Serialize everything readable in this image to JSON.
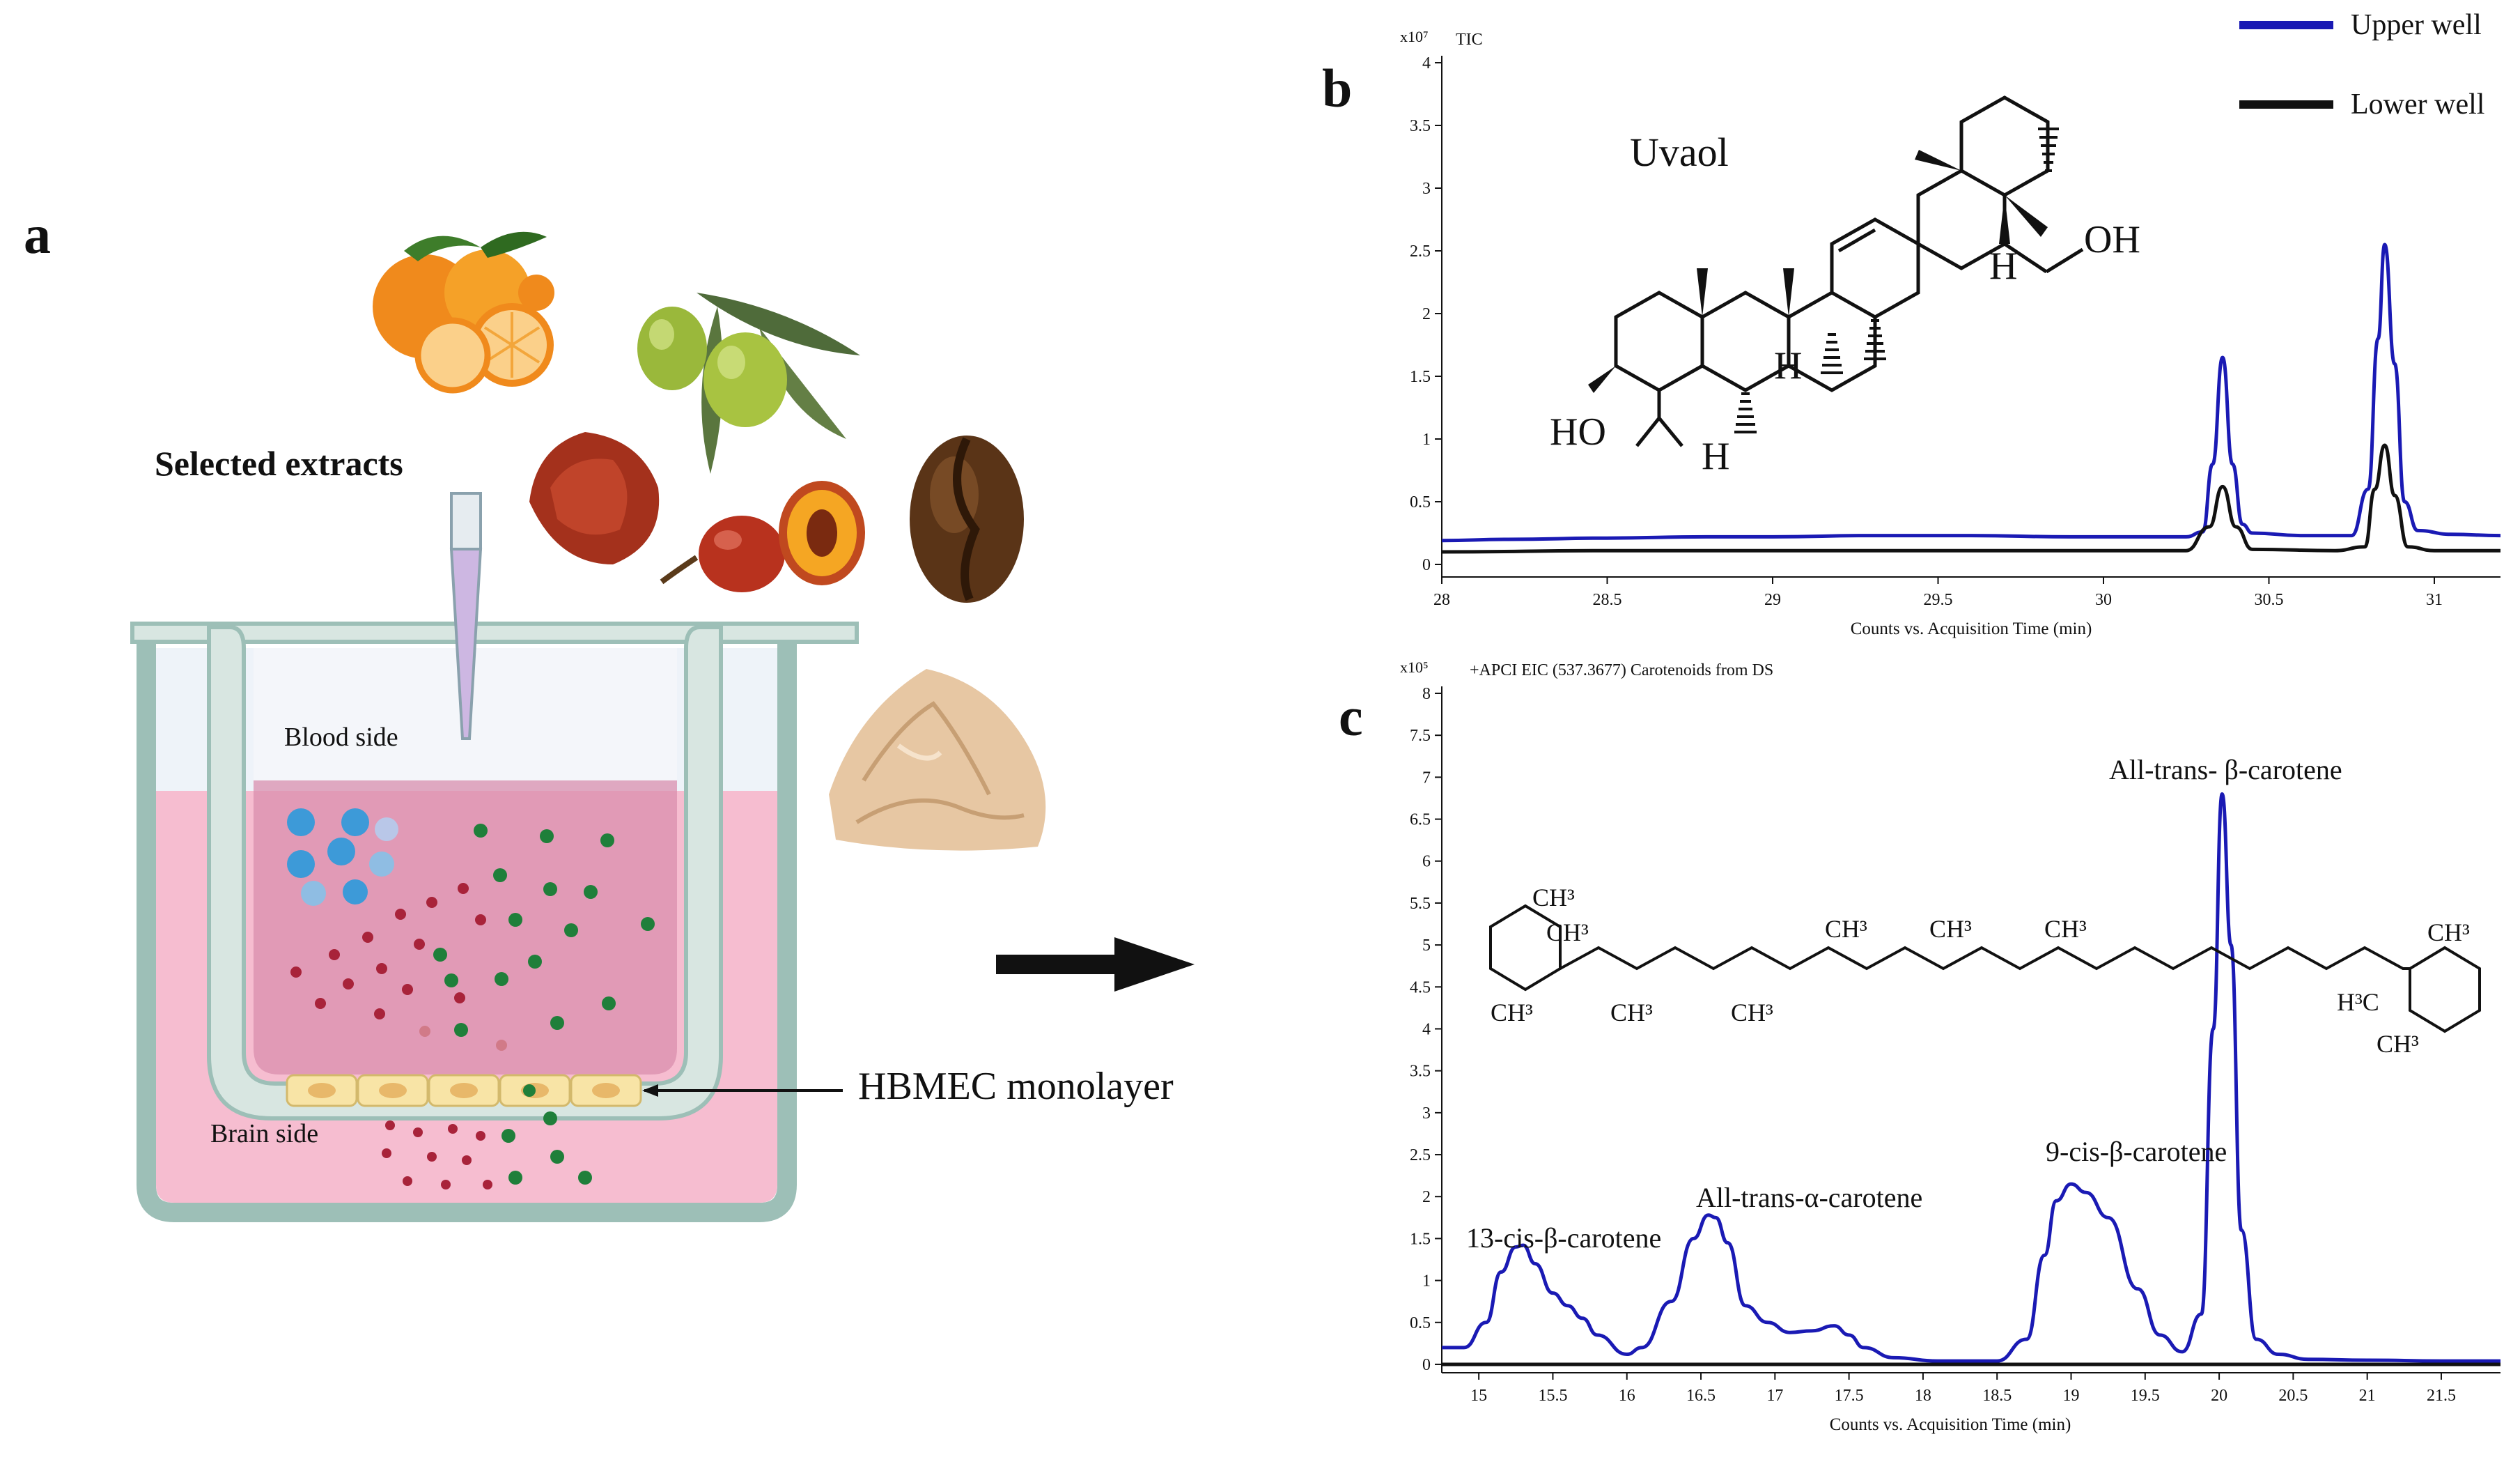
{
  "panel_a": {
    "letter": "a",
    "selected_extracts": "Selected extracts",
    "blood_side": "Blood side",
    "brain_side": "Brain side",
    "monolayer": "HBMEC monolayer",
    "extract_icons": [
      "citrus-fruit-icon",
      "olive-icon",
      "saffron-powder-icon",
      "tamarillo-fruit-icon",
      "coffee-bean-icon",
      "wood-shavings-icon",
      "pipette-icon"
    ],
    "colors": {
      "medium_pink": "#f6bdd0",
      "insert_pink": "#d98fae",
      "cell_yellow": "#f8e4a6",
      "particle_red": "#a8233a",
      "particle_green": "#1f7f3a",
      "particle_blue": "#3d9ad8"
    }
  },
  "chart_data": [
    {
      "panel": "b",
      "type": "line",
      "title": "TIC",
      "y_multiplier": "x10⁷",
      "xlabel": "Counts vs. Acquisition Time (min)",
      "ylabel": "",
      "xlim": [
        28,
        31.2
      ],
      "ylim": [
        -0.1,
        4
      ],
      "x_ticks": [
        "28",
        "28.5",
        "29",
        "29.5",
        "30",
        "30.5",
        "31"
      ],
      "y_ticks": [
        "0",
        "0.5",
        "1",
        "1.5",
        "2",
        "2.5",
        "3",
        "3.5",
        "4"
      ],
      "compound": "Uvaol",
      "structure_labels": [
        "HO",
        "H",
        "H",
        "H",
        "OH"
      ],
      "legend": [
        "Upper well",
        "Lower well"
      ],
      "legend_position": "top-right",
      "series": [
        {
          "name": "Upper well",
          "color": "#1a1ab4",
          "x": [
            28.0,
            28.2,
            28.5,
            28.8,
            29.0,
            29.3,
            29.6,
            29.9,
            30.1,
            30.25,
            30.3,
            30.33,
            30.36,
            30.39,
            30.42,
            30.45,
            30.6,
            30.75,
            30.8,
            30.83,
            30.85,
            30.88,
            30.91,
            30.95,
            31.05,
            31.2
          ],
          "y": [
            0.19,
            0.2,
            0.21,
            0.22,
            0.22,
            0.23,
            0.23,
            0.22,
            0.22,
            0.22,
            0.26,
            0.8,
            1.65,
            0.8,
            0.32,
            0.25,
            0.23,
            0.23,
            0.6,
            1.8,
            2.55,
            1.6,
            0.5,
            0.27,
            0.24,
            0.23
          ]
        },
        {
          "name": "Lower well",
          "color": "#111111",
          "x": [
            28.0,
            28.5,
            29.0,
            29.5,
            30.0,
            30.25,
            30.32,
            30.36,
            30.4,
            30.45,
            30.7,
            30.79,
            30.82,
            30.85,
            30.88,
            30.92,
            31.0,
            31.2
          ],
          "y": [
            0.1,
            0.11,
            0.11,
            0.11,
            0.11,
            0.11,
            0.3,
            0.62,
            0.3,
            0.12,
            0.11,
            0.14,
            0.6,
            0.95,
            0.55,
            0.14,
            0.11,
            0.11
          ]
        }
      ]
    },
    {
      "panel": "c",
      "type": "line",
      "title": "+APCI EIC (537.3677) Carotenoids from DS",
      "y_multiplier": "x10⁵",
      "xlabel": "Counts vs. Acquisition Time (min)",
      "ylabel": "",
      "xlim": [
        14.75,
        21.9
      ],
      "ylim": [
        -0.1,
        8
      ],
      "x_ticks": [
        "15",
        "15.5",
        "16",
        "16.5",
        "17",
        "17.5",
        "18",
        "18.5",
        "19",
        "19.5",
        "20",
        "20.5",
        "21",
        "21.5"
      ],
      "y_ticks": [
        "0",
        "0.5",
        "1",
        "1.5",
        "2",
        "2.5",
        "3",
        "3.5",
        "4",
        "4.5",
        "5",
        "5.5",
        "6",
        "6.5",
        "7",
        "7.5",
        "8"
      ],
      "structure_labels": [
        "CH³",
        "CH³",
        "CH³",
        "CH³",
        "CH³",
        "CH³",
        "CH³",
        "CH³",
        "H³C",
        "CH³"
      ],
      "annotations": [
        {
          "text": "13-cis-β-carotene",
          "x": 15.3
        },
        {
          "text": "All-trans-α-carotene",
          "x": 16.6
        },
        {
          "text": "9-cis-β-carotene",
          "x": 19.0
        },
        {
          "text": "All-trans-  β-carotene",
          "x": 20.0
        }
      ],
      "series": [
        {
          "name": "",
          "color": "#1a1ab4",
          "x": [
            14.75,
            14.9,
            15.05,
            15.15,
            15.25,
            15.3,
            15.38,
            15.5,
            15.6,
            15.7,
            15.8,
            16.0,
            16.1,
            16.3,
            16.45,
            16.55,
            16.6,
            16.68,
            16.8,
            16.95,
            17.1,
            17.25,
            17.4,
            17.5,
            17.6,
            17.8,
            18.1,
            18.5,
            18.7,
            18.82,
            18.9,
            19.0,
            19.1,
            19.25,
            19.45,
            19.6,
            19.75,
            19.88,
            19.96,
            20.02,
            20.08,
            20.15,
            20.25,
            20.4,
            20.6,
            21.0,
            21.5,
            21.9
          ],
          "y": [
            0.2,
            0.2,
            0.5,
            1.1,
            1.4,
            1.42,
            1.2,
            0.85,
            0.7,
            0.55,
            0.35,
            0.12,
            0.2,
            0.75,
            1.5,
            1.78,
            1.75,
            1.45,
            0.7,
            0.5,
            0.38,
            0.4,
            0.46,
            0.35,
            0.2,
            0.08,
            0.04,
            0.04,
            0.3,
            1.3,
            1.95,
            2.15,
            2.05,
            1.75,
            0.9,
            0.35,
            0.15,
            0.6,
            4.0,
            6.8,
            5.0,
            1.6,
            0.3,
            0.12,
            0.06,
            0.05,
            0.04,
            0.04
          ]
        },
        {
          "name": "",
          "color": "#111111",
          "x": [
            14.75,
            21.9
          ],
          "y": [
            0.0,
            0.0
          ]
        }
      ]
    }
  ]
}
